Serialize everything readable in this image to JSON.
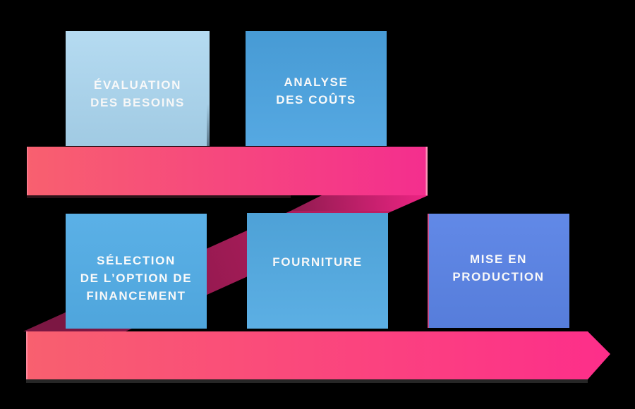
{
  "diagram": {
    "background": "#000000",
    "steps": [
      {
        "id": "evaluation-des-besoins",
        "label": "ÉVALUATION\nDES BESOINS",
        "color": "#a9d5ef"
      },
      {
        "id": "analyse-des-couts",
        "label": "ANALYSE\nDES COÛTS",
        "color": "#4ba3e0"
      },
      {
        "id": "selection-financement",
        "label": "SÉLECTION\nDE L’OPTION DE\nFINANCEMENT",
        "color": "#52ace5"
      },
      {
        "id": "fourniture",
        "label": "FOURNITURE",
        "color": "#52aae2"
      },
      {
        "id": "mise-en-production",
        "label": "MISE EN\nPRODUCTION",
        "color": "#5b84e6"
      }
    ],
    "ribbon": {
      "top": {
        "start": "#f8606f",
        "end": "#f42e8e"
      },
      "bottom": {
        "start": "#f8606f",
        "end": "#fd2e8a"
      },
      "fold_wedge": {
        "start": "#8e1b4e",
        "end": "#ee2484"
      },
      "fold_band": {
        "dark": "#7c1743",
        "bright": "#c11f66"
      },
      "edge_highlight": "#ffa3c0"
    }
  }
}
